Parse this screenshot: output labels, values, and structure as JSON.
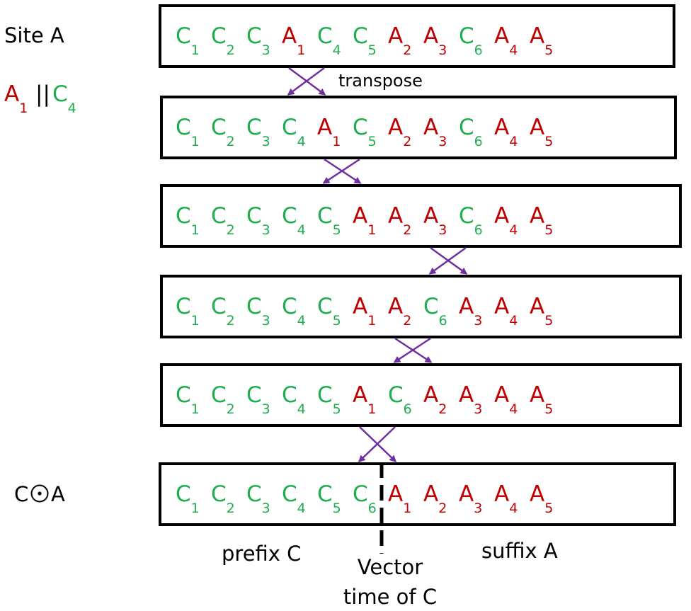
{
  "labels": {
    "site": "Site A",
    "relation": {
      "left": "A",
      "left_sub": "1",
      "op": "||",
      "right": "C",
      "right_sub": "4"
    },
    "result": {
      "left": "C",
      "right": "A"
    },
    "transpose": "transpose",
    "prefix": "prefix C",
    "suffix": "suffix A",
    "vector_time": [
      "Vector",
      "time of C"
    ]
  },
  "colors": {
    "C": "#1fad4f",
    "A": "#c00000",
    "arrow": "#7030a0"
  },
  "rows": [
    [
      "C1",
      "C2",
      "C3",
      "A1",
      "C4",
      "C5",
      "A2",
      "A3",
      "C6",
      "A4",
      "A5"
    ],
    [
      "C1",
      "C2",
      "C3",
      "C4",
      "A1",
      "C5",
      "A2",
      "A3",
      "C6",
      "A4",
      "A5"
    ],
    [
      "C1",
      "C2",
      "C3",
      "C4",
      "C5",
      "A1",
      "A2",
      "A3",
      "C6",
      "A4",
      "A5"
    ],
    [
      "C1",
      "C2",
      "C3",
      "C4",
      "C5",
      "A1",
      "A2",
      "C6",
      "A3",
      "A4",
      "A5"
    ],
    [
      "C1",
      "C2",
      "C3",
      "C4",
      "C5",
      "A1",
      "C6",
      "A2",
      "A3",
      "A4",
      "A5"
    ],
    [
      "C1",
      "C2",
      "C3",
      "C4",
      "C5",
      "C6",
      "A1",
      "A2",
      "A3",
      "A4",
      "A5"
    ]
  ],
  "swaps": [
    3,
    4,
    7,
    6,
    5
  ]
}
